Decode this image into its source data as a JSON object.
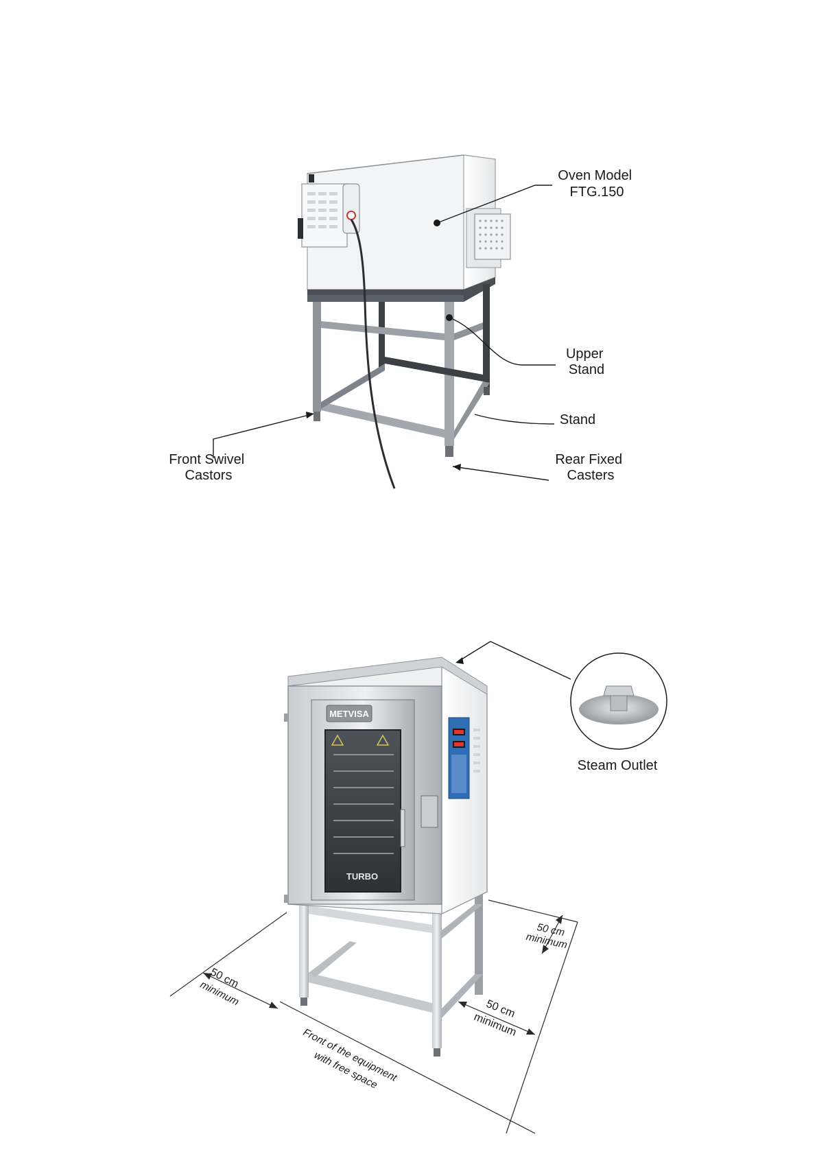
{
  "figure_top": {
    "labels": {
      "oven_model": [
        "Oven Model",
        "FTG.150"
      ],
      "upper_stand": [
        "Upper",
        "Stand"
      ],
      "stand": [
        "Stand"
      ],
      "front_castors": [
        "Front Swivel",
        "Castors"
      ],
      "rear_casters": [
        "Rear Fixed",
        "Casters"
      ]
    }
  },
  "figure_bottom": {
    "brand": "METVISA",
    "door_logo": "TURBO",
    "steam_label": "Steam Outlet",
    "clearance_left": [
      "50 cm",
      "minimum"
    ],
    "clearance_right": [
      "50 cm",
      "minimum"
    ],
    "clearance_back": [
      "50 cm",
      "minimum"
    ],
    "front_note": [
      "Front of the equipment",
      "with free space"
    ]
  },
  "colors": {
    "ink": "#1a1a1a",
    "panel": "#eef0f1",
    "panel_shade": "#d9dcdf",
    "steel": "#b9bec3",
    "steel_dark": "#7d838a",
    "stand_dark": "#3c4045",
    "display_blue": "#2f6db5"
  }
}
